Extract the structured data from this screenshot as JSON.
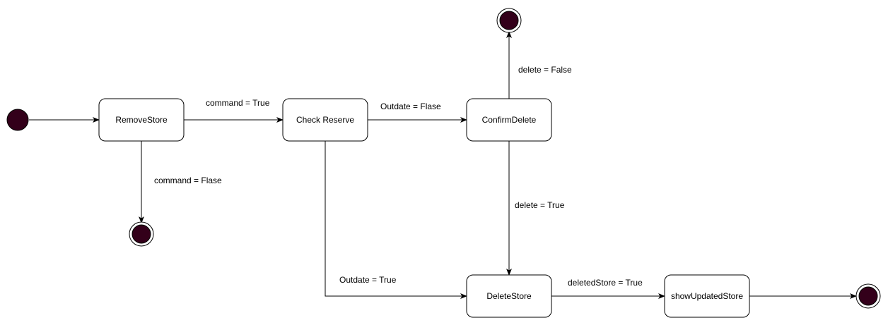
{
  "diagram": {
    "node_fill": "#33001a",
    "line_color": "#000000",
    "states": {
      "remove_store": "RemoveStore",
      "check_reserve": "Check Reserve",
      "confirm_delete": "ConfirmDelete",
      "delete_store": "DeleteStore",
      "show_updated_store": "showUpdatedStore"
    },
    "transitions": {
      "command_true": "command = True",
      "command_false": "command = Flase",
      "outdate_false": "Outdate = Flase",
      "outdate_true": "Outdate = True",
      "delete_false": "delete = False",
      "delete_true": "delete = True",
      "deleted_store_true": "deletedStore = True"
    }
  }
}
